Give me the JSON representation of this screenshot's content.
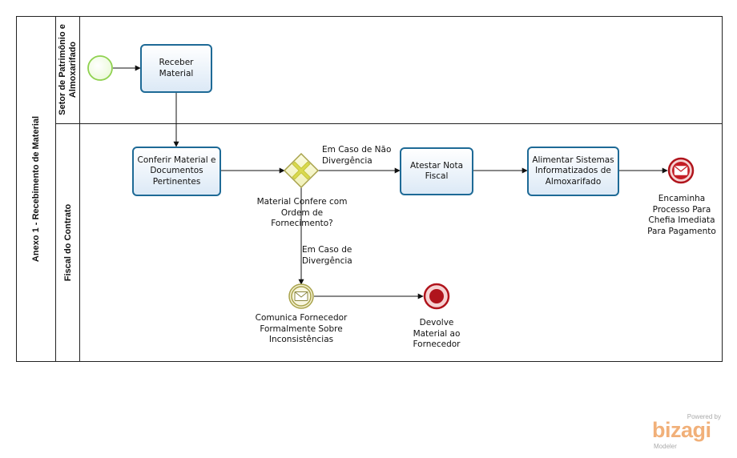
{
  "pool": {
    "label": "Anexo 1 - Recebimento de Material"
  },
  "lanes": {
    "setor": {
      "line1": "Setor de Patrimônio e",
      "line2": "Almoxarifado"
    },
    "fiscal": {
      "label": "Fiscal do Contrato"
    }
  },
  "tasks": {
    "receber": "Receber Material",
    "conferir": "Conferir Material e Documentos Pertinentes",
    "atestar": "Atestar Nota Fiscal",
    "alimentar": "Alimentar Sistemas Informatizados de Almoxarifado"
  },
  "gateway": {
    "label": "Material Confere com Ordem de Fornecimento?"
  },
  "flows": {
    "nao_divergencia": "Em Caso de Não Divergência",
    "divergencia": "Em Caso de Divergência"
  },
  "events": {
    "comunica": "Comunica Fornecedor Formalmente Sobre Inconsistências",
    "devolve": "Devolve Material ao Fornecedor",
    "encaminha": "Encaminha Processo Para Chefia Imediata Para Pagamento"
  },
  "branding": {
    "powered": "Powered by",
    "logo": "bizagi",
    "product": "Modeler"
  },
  "colors": {
    "task_border": "#1e6a96",
    "start_event": "#8fd14f",
    "end_event": "#b0141c",
    "gateway": "#d7d94f",
    "intermediate_event": "#a8a24a",
    "bizagi_orange": "#f1b079"
  }
}
